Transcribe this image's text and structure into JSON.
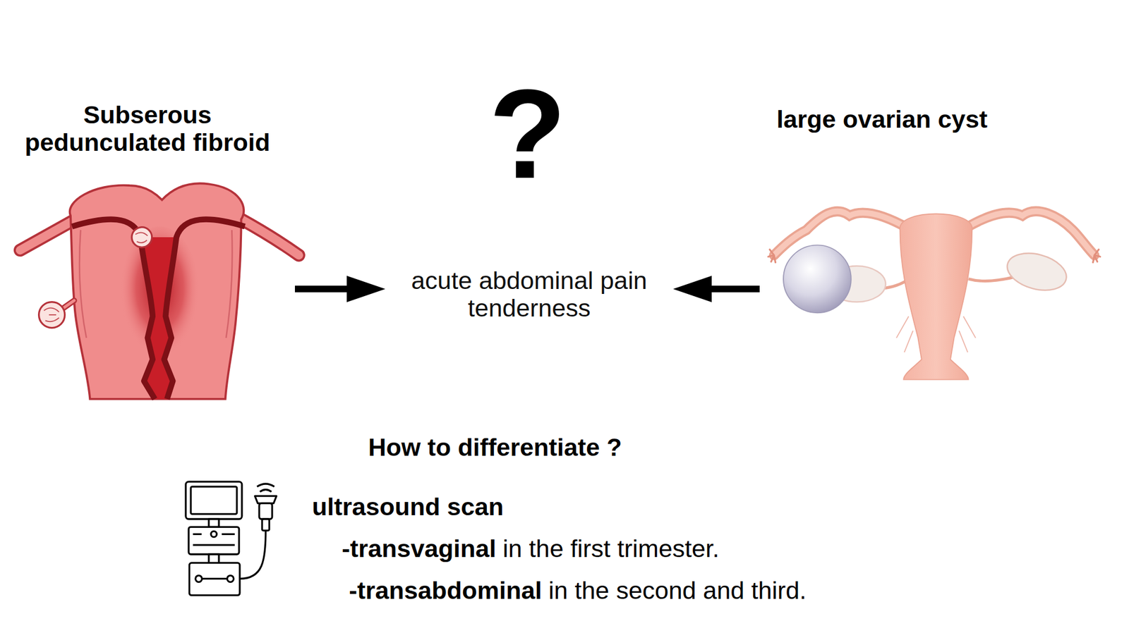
{
  "diagram": {
    "nodes": [
      {
        "text": [
          "Subserous pedunculated fibroid"
        ]
      },
      {
        "text": [
          "acute abdominal pain tenderness"
        ]
      },
      {
        "text": [
          "large ovarian cyst"
        ]
      }
    ],
    "edges": [
      {
        "from": 0,
        "to": 1,
        "arrow": "to"
      },
      {
        "from": 2,
        "to": 1,
        "arrow": "to"
      }
    ],
    "labels": [
      "?",
      "How to differentiate ?",
      "ultrasound scan",
      "-transvaginal",
      "in the first trimester.",
      "-transabdominal",
      "in the second and third."
    ]
  }
}
